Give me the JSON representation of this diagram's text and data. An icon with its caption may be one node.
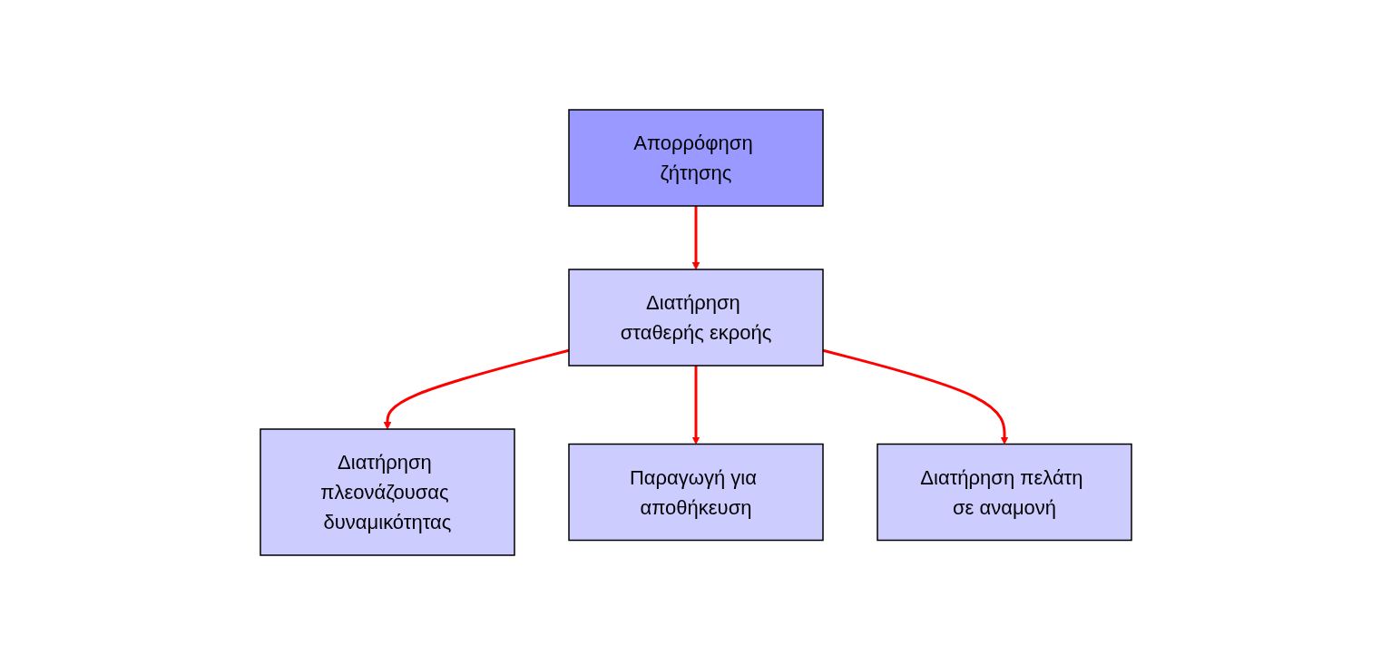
{
  "diagram": {
    "nodes": [
      {
        "text": [
          "Απορρόφηση ζήτησης"
        ]
      },
      {
        "text": [
          "Διατήρηση πλεονάζουσας δυναμικότητας"
        ]
      },
      {
        "text": [
          "Διατήρηση σταθερής εκροής"
        ]
      },
      {
        "text": [
          "Παραγωγή για αποθήκευση"
        ]
      },
      {
        "text": [
          "Διατήρηση πελάτη σε αναμονή"
        ]
      }
    ],
    "edges": [
      {
        "from": 0,
        "to": 2,
        "arrow": "to"
      },
      {
        "from": 2,
        "to": 1,
        "arrow": "to"
      },
      {
        "from": 2,
        "to": 3,
        "arrow": "to"
      },
      {
        "from": 2,
        "to": 4,
        "arrow": "to"
      }
    ]
  }
}
